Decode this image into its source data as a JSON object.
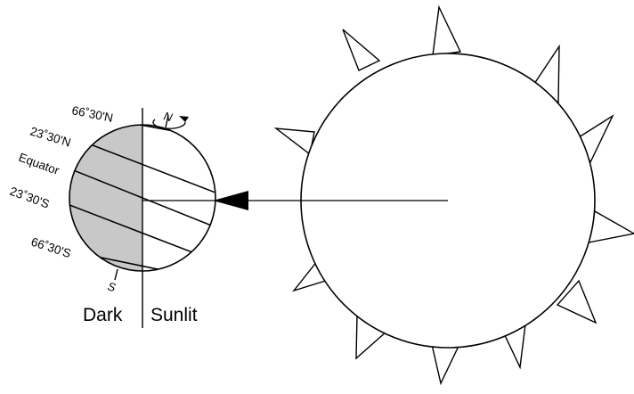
{
  "labels": {
    "lat_66n": "66˚30'N",
    "lat_23n": "23˚30'N",
    "equator": "Equator",
    "lat_23s": "23˚30'S",
    "lat_66s": "66˚30'S",
    "north_pole": "N",
    "south_pole": "S",
    "dark": "Dark",
    "sunlit": "Sunlit"
  },
  "colors": {
    "dark_side": "#c8c8c8",
    "stroke": "#000000",
    "background": "#ffffff"
  }
}
